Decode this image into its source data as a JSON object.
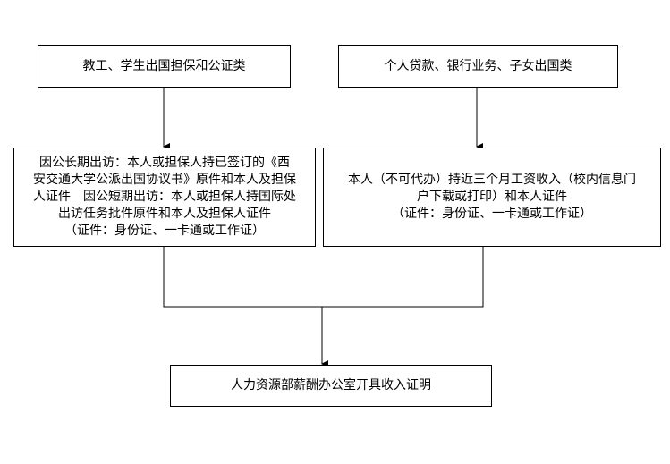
{
  "boxes": {
    "staff_students": "教工、学生出国担保和公证类",
    "personal_loans": "个人贷款、银行业务、子女出国类",
    "staff_requirements": [
      "因公长期出访：本人或担保人持已签订的《西",
      "安交通大学公派出国协议书》原件和本人及担保",
      "人证件　因公短期出访：本人或担保人持国际处",
      "出访任务批件原件和本人及担保人证件",
      "（证件：身份证、一卡通或工作证）"
    ],
    "personal_requirements": [
      "本人（不可代办）持近三个月工资收入（校内信息门",
      "户下载或打印）和本人证件",
      "（证件：身份证、一卡通或工作证）"
    ],
    "result": "人力资源部薪酬办公室开具收入证明"
  }
}
